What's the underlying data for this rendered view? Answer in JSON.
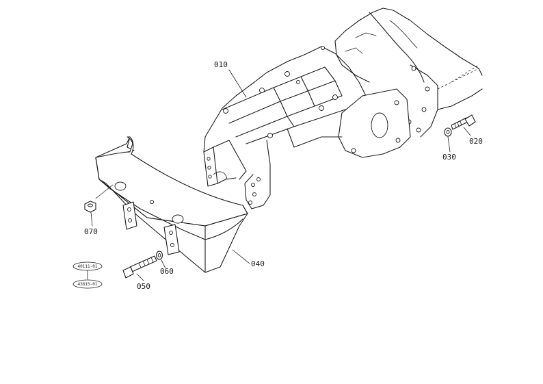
{
  "parts": [
    {
      "id": "p010",
      "label": "010"
    },
    {
      "id": "p020",
      "label": "020"
    },
    {
      "id": "p030",
      "label": "030"
    },
    {
      "id": "p040",
      "label": "040"
    },
    {
      "id": "p050",
      "label": "050"
    },
    {
      "id": "p060",
      "label": "060"
    },
    {
      "id": "p070",
      "label": "070"
    }
  ],
  "serial_tags": {
    "upper": "40111-01",
    "lower": "43615-01"
  }
}
